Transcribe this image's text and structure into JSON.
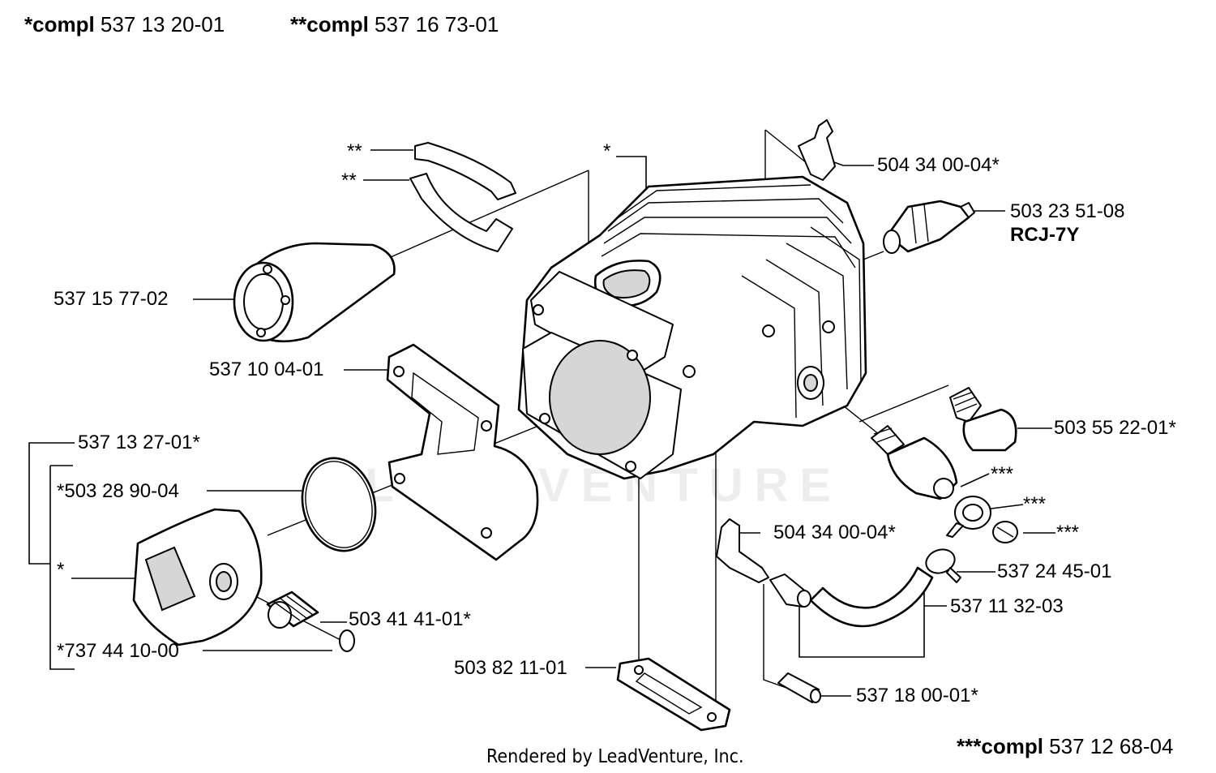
{
  "header": {
    "compl1_prefix": "*compl",
    "compl1_number": "537 13 20-01",
    "compl2_prefix": "**compl",
    "compl2_number": "537 16 73-01",
    "compl3_prefix": "***compl",
    "compl3_number": "537 12 68-04"
  },
  "labels": {
    "l_star_cyl": "*",
    "l_dstar1": "**",
    "l_dstar2": "**",
    "l_50434_top": "504 34 00-04*",
    "l_50323": "503 23 51-08",
    "l_rcj": "RCJ-7Y",
    "l_53715": "537 15 77-02",
    "l_53710": "537 10 04-01",
    "l_53713": "537 13 27-01*",
    "l_50328": "*503 28 90-04",
    "l_star_piston": "*",
    "l_73744": "*737 44 10-00",
    "l_50341": "503 41 41-01*",
    "l_50382": "503 82 11-01",
    "l_50355": "503 55 22-01*",
    "l_tstar1": "***",
    "l_tstar2": "***",
    "l_tstar3": "***",
    "l_50434_mid": "504 34 00-04*",
    "l_53724": "537 24 45-01",
    "l_53711": "537 11 32-03",
    "l_53718": "537 18 00-01*"
  },
  "watermark": "LEADVENTURE",
  "footer": "Rendered by LeadVenture, Inc."
}
